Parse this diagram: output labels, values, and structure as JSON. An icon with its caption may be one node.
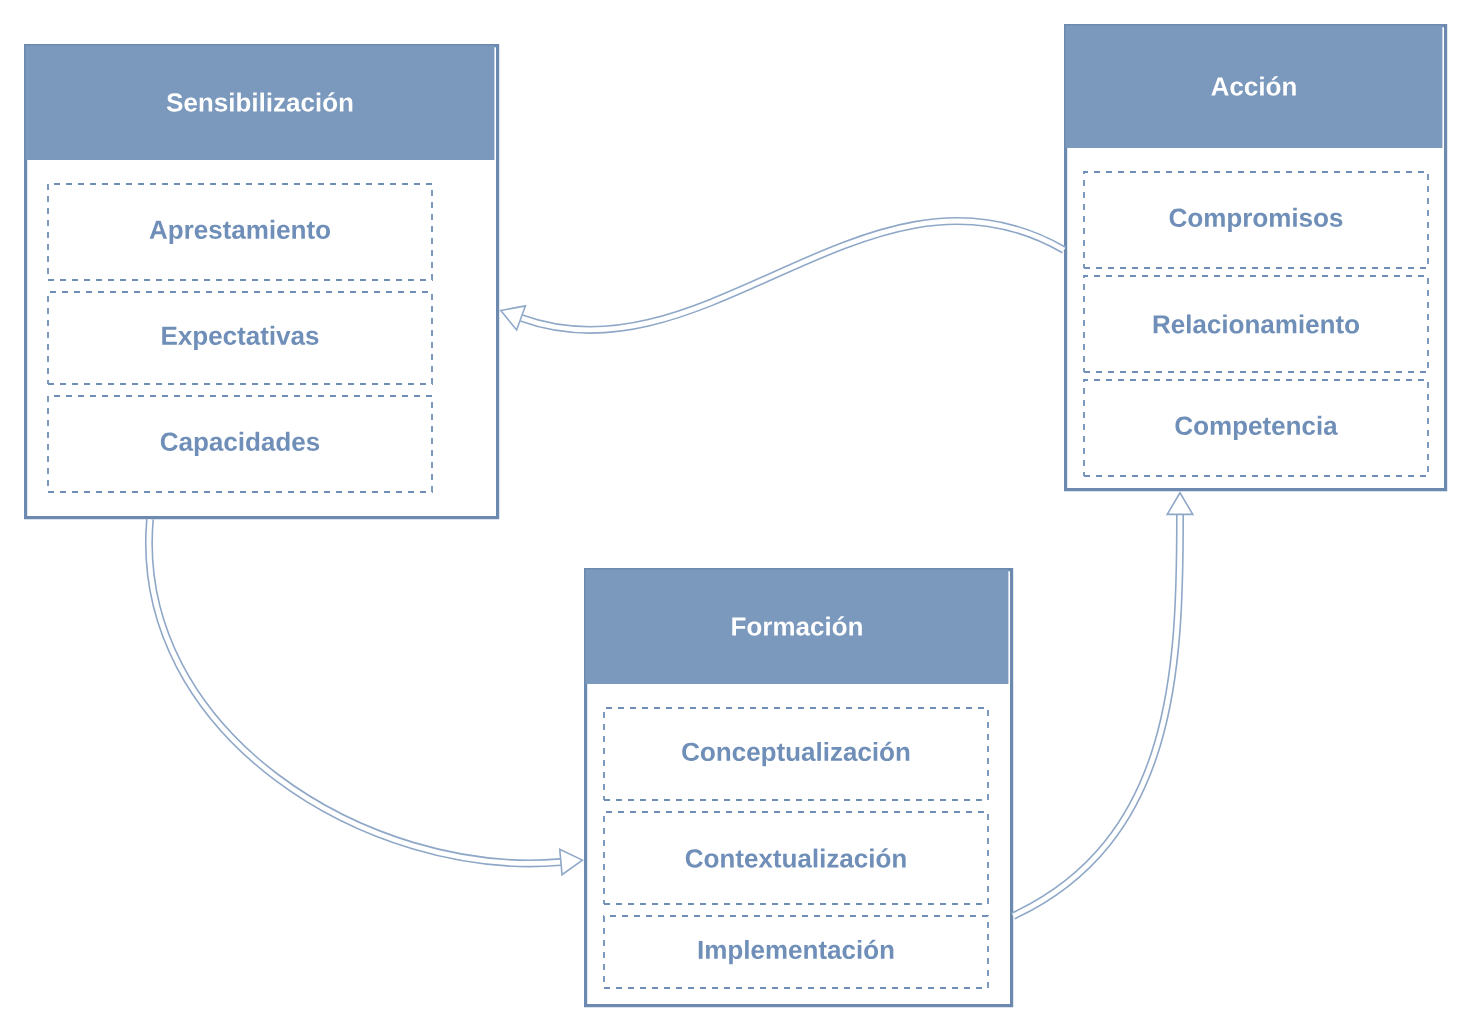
{
  "diagram": {
    "nodes": [
      {
        "text": [
          "Sensibilización"
        ]
      },
      {
        "text": [
          "Aprestamiento"
        ],
        "in": 0
      },
      {
        "text": [
          "Expectativas"
        ],
        "in": 0
      },
      {
        "text": [
          "Capacidades"
        ],
        "in": 0
      },
      {
        "text": [
          "Acción"
        ]
      },
      {
        "text": [
          "Compromisos"
        ],
        "in": 4
      },
      {
        "text": [
          "Relacionamiento"
        ],
        "in": 4
      },
      {
        "text": [
          "Competencia"
        ],
        "in": 4
      },
      {
        "text": [
          "Formación"
        ]
      },
      {
        "text": [
          "Conceptualización"
        ],
        "in": 8
      },
      {
        "text": [
          "Contextualización"
        ],
        "in": 8
      },
      {
        "text": [
          "Implementación"
        ],
        "in": 8
      }
    ],
    "edges": [
      {
        "from": 0,
        "to": 8,
        "arrow": "to"
      },
      {
        "from": 8,
        "to": 4,
        "arrow": "to"
      },
      {
        "from": 4,
        "to": 0,
        "arrow": "to"
      }
    ]
  }
}
